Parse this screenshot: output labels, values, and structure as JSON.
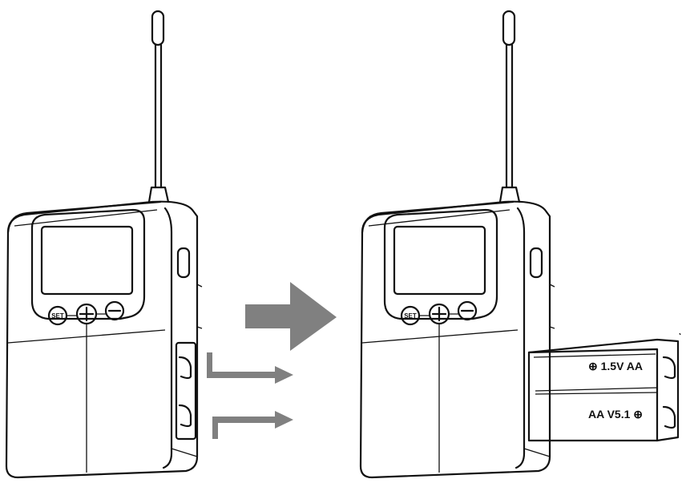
{
  "transmitter_left": {
    "buttons": {
      "set": "SET",
      "plus": "+",
      "minus": "−"
    }
  },
  "transmitter_right": {
    "buttons": {
      "set": "SET",
      "plus": "+",
      "minus": "−"
    }
  },
  "battery": {
    "top_label": "⊕ 1.5V  AA",
    "bottom_label": "AA  V5.1 ⊕"
  },
  "colors": {
    "arrow": "#808080",
    "line": "#111111"
  }
}
